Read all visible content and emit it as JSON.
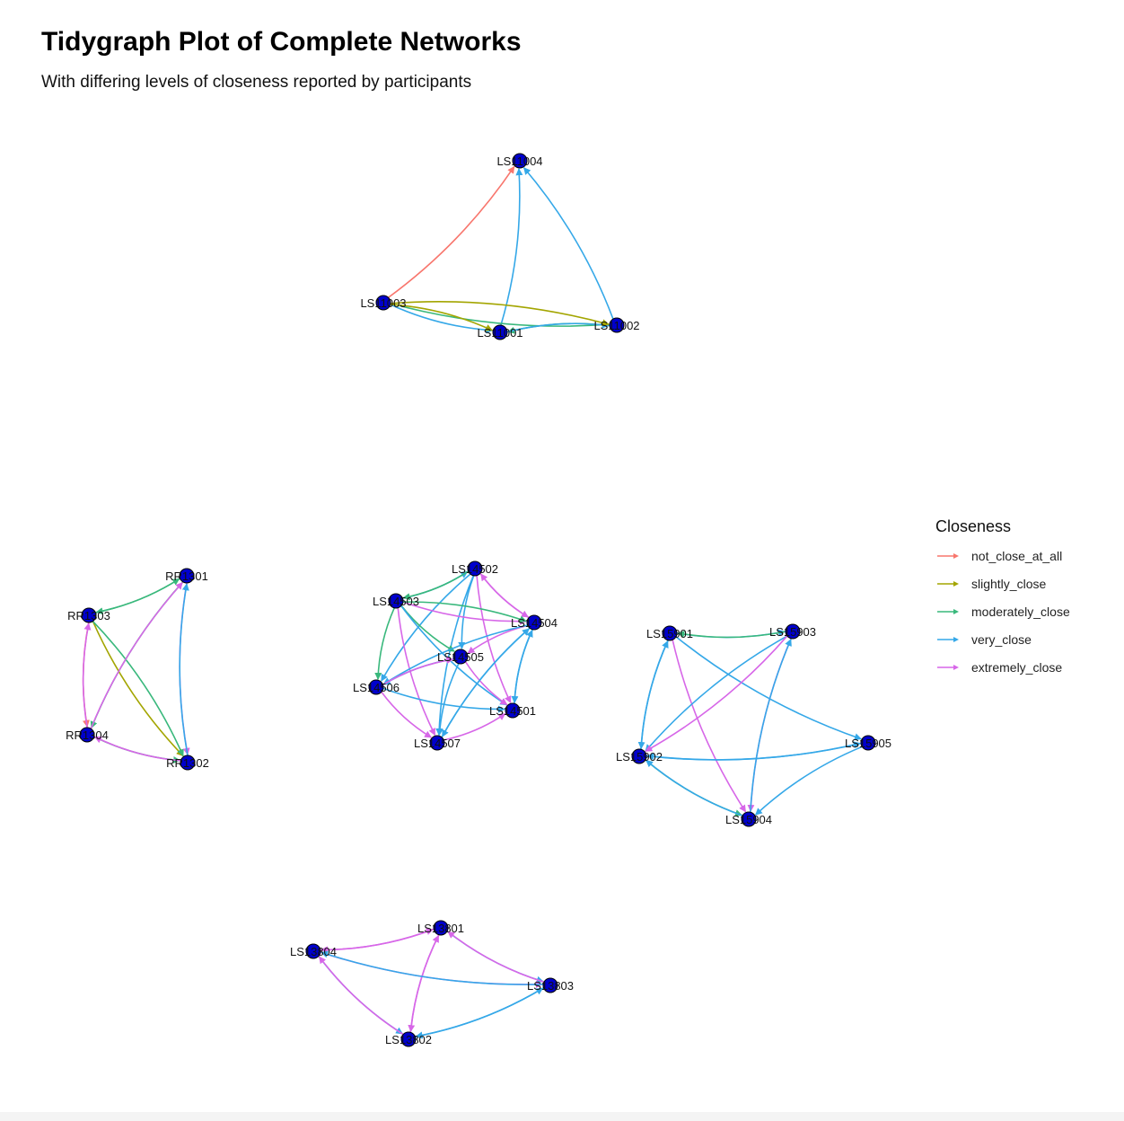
{
  "title": "Tidygraph Plot of Complete Networks",
  "subtitle": "With differing levels of closeness reported by participants",
  "legend": {
    "title": "Closeness",
    "items": [
      {
        "key": "not",
        "label": "not_close_at_all",
        "color": "#F8766D"
      },
      {
        "key": "slight",
        "label": "slightly_close",
        "color": "#A3A500"
      },
      {
        "key": "mod",
        "label": "moderately_close",
        "color": "#39B87C"
      },
      {
        "key": "very",
        "label": "very_close",
        "color": "#35A8E8"
      },
      {
        "key": "ext",
        "label": "extremely_close",
        "color": "#D767E8"
      }
    ]
  },
  "diagram": {
    "node_fill": "#0000CC",
    "node_stroke": "#000000",
    "nodes": [
      {
        "id": "LS11004",
        "label": "LS11004"
      },
      {
        "id": "LS11003",
        "label": "LS11003"
      },
      {
        "id": "LS11001",
        "label": "LS11001"
      },
      {
        "id": "LS11002",
        "label": "LS11002"
      },
      {
        "id": "RR1301",
        "label": "RR1301"
      },
      {
        "id": "RR1303",
        "label": "RR1303"
      },
      {
        "id": "RR1304",
        "label": "RR1304"
      },
      {
        "id": "RR1302",
        "label": "RR1302"
      },
      {
        "id": "LS14502",
        "label": "LS14502"
      },
      {
        "id": "LS14503",
        "label": "LS14503"
      },
      {
        "id": "LS14504",
        "label": "LS14504"
      },
      {
        "id": "LS14505",
        "label": "LS14505"
      },
      {
        "id": "LS14506",
        "label": "LS14506"
      },
      {
        "id": "LS14501",
        "label": "LS14501"
      },
      {
        "id": "LS14507",
        "label": "LS14507"
      },
      {
        "id": "LS15901",
        "label": "LS15901"
      },
      {
        "id": "LS15903",
        "label": "LS15903"
      },
      {
        "id": "LS15905",
        "label": "LS15905"
      },
      {
        "id": "LS15902",
        "label": "LS15902"
      },
      {
        "id": "LS15904",
        "label": "LS15904"
      },
      {
        "id": "LS13801",
        "label": "LS13801"
      },
      {
        "id": "LS13804",
        "label": "LS13804"
      },
      {
        "id": "LS13803",
        "label": "LS13803"
      },
      {
        "id": "LS13802",
        "label": "LS13802"
      }
    ],
    "edges": [
      {
        "from": "LS11003",
        "to": "LS11004",
        "level": "not"
      },
      {
        "from": "LS11001",
        "to": "LS11004",
        "level": "very"
      },
      {
        "from": "LS11002",
        "to": "LS11004",
        "level": "very"
      },
      {
        "from": "LS11003",
        "to": "LS11002",
        "level": "mod"
      },
      {
        "from": "LS11003",
        "to": "LS11001",
        "level": "very"
      },
      {
        "from": "LS11003",
        "to": "LS11001",
        "level": "slight"
      },
      {
        "from": "LS11002",
        "to": "LS11001",
        "level": "mod"
      },
      {
        "from": "LS11001",
        "to": "LS11002",
        "level": "very"
      },
      {
        "from": "LS11003",
        "to": "LS11002",
        "level": "slight"
      },
      {
        "from": "RR1303",
        "to": "RR1301",
        "level": "mod"
      },
      {
        "from": "RR1301",
        "to": "RR1303",
        "level": "mod"
      },
      {
        "from": "RR1303",
        "to": "RR1304",
        "level": "not"
      },
      {
        "from": "RR1304",
        "to": "RR1303",
        "level": "ext"
      },
      {
        "from": "RR1303",
        "to": "RR1302",
        "level": "slight"
      },
      {
        "from": "RR1303",
        "to": "RR1302",
        "level": "mod"
      },
      {
        "from": "RR1301",
        "to": "RR1304",
        "level": "mod"
      },
      {
        "from": "RR1304",
        "to": "RR1301",
        "level": "ext"
      },
      {
        "from": "RR1301",
        "to": "RR1302",
        "level": "ext"
      },
      {
        "from": "RR1302",
        "to": "RR1301",
        "level": "very"
      },
      {
        "from": "RR1304",
        "to": "RR1302",
        "level": "mod"
      },
      {
        "from": "RR1302",
        "to": "RR1304",
        "level": "ext"
      },
      {
        "from": "LS14503",
        "to": "LS14502",
        "level": "very"
      },
      {
        "from": "LS14502",
        "to": "LS14503",
        "level": "mod"
      },
      {
        "from": "LS14502",
        "to": "LS14504",
        "level": "ext"
      },
      {
        "from": "LS14504",
        "to": "LS14502",
        "level": "ext"
      },
      {
        "from": "LS14502",
        "to": "LS14505",
        "level": "very"
      },
      {
        "from": "LS14502",
        "to": "LS14506",
        "level": "very"
      },
      {
        "from": "LS14502",
        "to": "LS14501",
        "level": "ext"
      },
      {
        "from": "LS14502",
        "to": "LS14507",
        "level": "very"
      },
      {
        "from": "LS14503",
        "to": "LS14504",
        "level": "ext"
      },
      {
        "from": "LS14503",
        "to": "LS14504",
        "level": "mod"
      },
      {
        "from": "LS14503",
        "to": "LS14505",
        "level": "mod"
      },
      {
        "from": "LS14503",
        "to": "LS14506",
        "level": "mod"
      },
      {
        "from": "LS14503",
        "to": "LS14501",
        "level": "very"
      },
      {
        "from": "LS14503",
        "to": "LS14507",
        "level": "ext"
      },
      {
        "from": "LS14504",
        "to": "LS14505",
        "level": "ext"
      },
      {
        "from": "LS14504",
        "to": "LS14506",
        "level": "very"
      },
      {
        "from": "LS14504",
        "to": "LS14501",
        "level": "very"
      },
      {
        "from": "LS14504",
        "to": "LS14507",
        "level": "very"
      },
      {
        "from": "LS14505",
        "to": "LS14506",
        "level": "very"
      },
      {
        "from": "LS14505",
        "to": "LS14501",
        "level": "ext"
      },
      {
        "from": "LS14505",
        "to": "LS14507",
        "level": "very"
      },
      {
        "from": "LS14506",
        "to": "LS14505",
        "level": "ext"
      },
      {
        "from": "LS14506",
        "to": "LS14501",
        "level": "very"
      },
      {
        "from": "LS14506",
        "to": "LS14507",
        "level": "ext"
      },
      {
        "from": "LS14507",
        "to": "LS14501",
        "level": "ext"
      },
      {
        "from": "LS14501",
        "to": "LS14504",
        "level": "very"
      },
      {
        "from": "LS14507",
        "to": "LS14504",
        "level": "very"
      },
      {
        "from": "LS15901",
        "to": "LS15903",
        "level": "very"
      },
      {
        "from": "LS15903",
        "to": "LS15901",
        "level": "mod"
      },
      {
        "from": "LS15901",
        "to": "LS15902",
        "level": "very"
      },
      {
        "from": "LS15902",
        "to": "LS15901",
        "level": "very"
      },
      {
        "from": "LS15901",
        "to": "LS15905",
        "level": "very"
      },
      {
        "from": "LS15901",
        "to": "LS15904",
        "level": "ext"
      },
      {
        "from": "LS15903",
        "to": "LS15902",
        "level": "very"
      },
      {
        "from": "LS15903",
        "to": "LS15904",
        "level": "ext"
      },
      {
        "from": "LS15904",
        "to": "LS15903",
        "level": "very"
      },
      {
        "from": "LS15902",
        "to": "LS15905",
        "level": "very"
      },
      {
        "from": "LS15905",
        "to": "LS15902",
        "level": "very"
      },
      {
        "from": "LS15902",
        "to": "LS15904",
        "level": "mod"
      },
      {
        "from": "LS15905",
        "to": "LS15904",
        "level": "very"
      },
      {
        "from": "LS15904",
        "to": "LS15902",
        "level": "very"
      },
      {
        "from": "LS15903",
        "to": "LS15902",
        "level": "ext"
      },
      {
        "from": "LS13804",
        "to": "LS13801",
        "level": "ext"
      },
      {
        "from": "LS13801",
        "to": "LS13804",
        "level": "ext"
      },
      {
        "from": "LS13801",
        "to": "LS13803",
        "level": "very"
      },
      {
        "from": "LS13803",
        "to": "LS13801",
        "level": "ext"
      },
      {
        "from": "LS13801",
        "to": "LS13802",
        "level": "ext"
      },
      {
        "from": "LS13802",
        "to": "LS13801",
        "level": "ext"
      },
      {
        "from": "LS13804",
        "to": "LS13803",
        "level": "ext"
      },
      {
        "from": "LS13803",
        "to": "LS13804",
        "level": "very"
      },
      {
        "from": "LS13804",
        "to": "LS13802",
        "level": "very"
      },
      {
        "from": "LS13802",
        "to": "LS13804",
        "level": "ext"
      },
      {
        "from": "LS13802",
        "to": "LS13803",
        "level": "very"
      },
      {
        "from": "LS13803",
        "to": "LS13802",
        "level": "very"
      }
    ]
  }
}
